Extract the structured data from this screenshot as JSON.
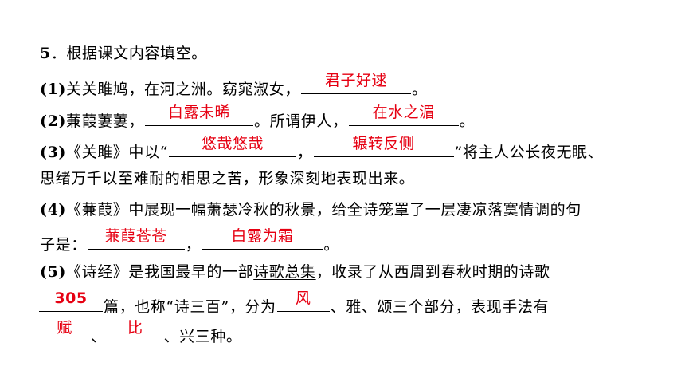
{
  "q": {
    "title_num": "5",
    "title_text": "．根据课文内容填空。",
    "p1": {
      "label": "(1)",
      "t1": "关关雎鸠，在河之洲。窈窕淑女，",
      "a1": "君子好逑",
      "t2": "。"
    },
    "p2": {
      "label": "(2)",
      "t1": "蒹葭萋萋，",
      "a1": "白露未晞",
      "t2": "。所谓伊人，",
      "a2": "在水之湄",
      "t3": "。"
    },
    "p3": {
      "label": "(3)",
      "t1": "《关雎》中以“",
      "a1": "悠哉悠哉",
      "t2": "，",
      "a2": "辗转反侧",
      "t3": "”将主人公长夜无眠、",
      "t4": "思绪万千以至难耐的相思之苦，形象深刻地表现出来。"
    },
    "p4": {
      "label": "(4)",
      "t1": "《蒹葭》中展现一幅萧瑟冷秋的秋景，给全诗笼罩了一层凄凉落寞情调的句",
      "t2": "子是：",
      "a1": "蒹葭苍苍",
      "t3": "，",
      "a2": "白露为霜",
      "t4": "。"
    },
    "p5": {
      "label": "(5)",
      "t1": "《诗经》是我国最早的一部",
      "t1u": "诗歌总集",
      "t2": "，收录了从西周到春秋时期的诗歌",
      "a1": "305",
      "t3": "篇，也称“诗三百”，分为",
      "a2": "风",
      "t4": "、雅、颂三个部分，表现手法有",
      "a3": "赋",
      "t5": "、",
      "a4": "比",
      "t6": "、兴三种。"
    }
  },
  "colors": {
    "answer": "#e60012",
    "text": "#000000",
    "background": "#ffffff"
  }
}
